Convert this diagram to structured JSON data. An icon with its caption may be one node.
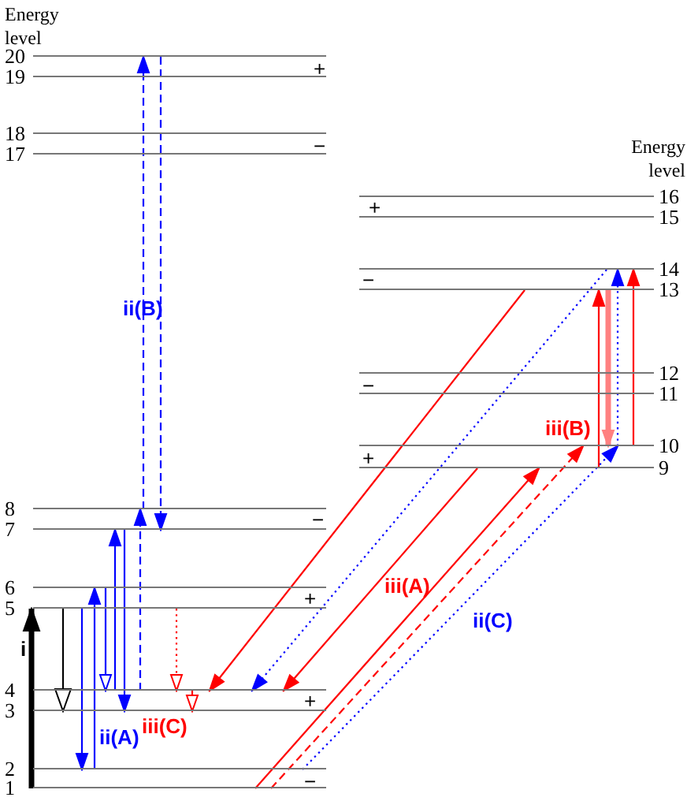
{
  "diagram": {
    "nodes": [
      {
        "text": [
          "1"
        ]
      },
      {
        "text": [
          "2"
        ]
      },
      {
        "text": [
          "3"
        ]
      },
      {
        "text": [
          "4"
        ]
      },
      {
        "text": [
          "5"
        ]
      },
      {
        "text": [
          "6"
        ]
      },
      {
        "text": [
          "7"
        ]
      },
      {
        "text": [
          "8"
        ]
      },
      {
        "text": [
          "9"
        ]
      },
      {
        "text": [
          "10"
        ]
      },
      {
        "text": [
          "11"
        ]
      },
      {
        "text": [
          "12"
        ]
      },
      {
        "text": [
          "13"
        ]
      },
      {
        "text": [
          "14"
        ]
      },
      {
        "text": [
          "15"
        ]
      },
      {
        "text": [
          "16"
        ]
      },
      {
        "text": [
          "17"
        ]
      },
      {
        "text": [
          "18"
        ]
      },
      {
        "text": [
          "19"
        ]
      },
      {
        "text": [
          "20"
        ]
      }
    ],
    "edges": [
      {
        "from": 0,
        "to": 4,
        "arrow": "to",
        "style": "thick",
        "color": "#000000"
      },
      {
        "from": 4,
        "to": 2,
        "arrow": "to",
        "color": "#000000"
      },
      {
        "from": 4,
        "to": 1,
        "arrow": "to"
      },
      {
        "from": 1,
        "to": 5,
        "arrow": "to"
      },
      {
        "from": 5,
        "to": 3,
        "arrow": "to"
      },
      {
        "from": 3,
        "to": 6,
        "arrow": "to"
      },
      {
        "from": 6,
        "to": 2,
        "arrow": "to"
      },
      {
        "from": 3,
        "to": 7,
        "arrow": "to",
        "style": "dashed"
      },
      {
        "from": 7,
        "to": 19,
        "arrow": "to",
        "style": "dashed"
      },
      {
        "from": 19,
        "to": 6,
        "arrow": "to",
        "style": "dashed"
      },
      {
        "from": 4,
        "to": 3,
        "arrow": "to",
        "style": "dashed",
        "color": "#ff0000"
      },
      {
        "from": 3,
        "to": 2,
        "arrow": "to",
        "color": "#ff0000"
      },
      {
        "from": 12,
        "to": 3,
        "arrow": "to",
        "color": "#ff0000"
      },
      {
        "from": 13,
        "to": 3,
        "arrow": "to",
        "style": "dashed"
      },
      {
        "from": 8,
        "to": 3,
        "arrow": "to",
        "color": "#ff0000"
      },
      {
        "from": 0,
        "to": 8,
        "arrow": "to",
        "color": "#ff0000"
      },
      {
        "from": 0,
        "to": 9,
        "arrow": "to",
        "style": "dashed",
        "color": "#ff0000"
      },
      {
        "from": 1,
        "to": 9,
        "arrow": "to",
        "style": "dashed"
      },
      {
        "from": 8,
        "to": 12,
        "arrow": "to",
        "color": "#ff0000"
      },
      {
        "from": 12,
        "to": 9,
        "arrow": "to",
        "style": "thick",
        "color": "#ff8080"
      },
      {
        "from": 9,
        "to": 13,
        "arrow": "to",
        "style": "dashed"
      },
      {
        "from": 9,
        "to": 13,
        "arrow": "to",
        "color": "#ff0000"
      }
    ],
    "labels": [
      "Energy level",
      "+",
      "−",
      "Energy level",
      "+",
      "−",
      "ii(B)",
      "−",
      "iii(B)",
      "+",
      "−",
      "iii(A)",
      "+",
      "ii(C)",
      "i",
      "ii(A)",
      "iii(C)",
      "+",
      "−"
    ]
  }
}
